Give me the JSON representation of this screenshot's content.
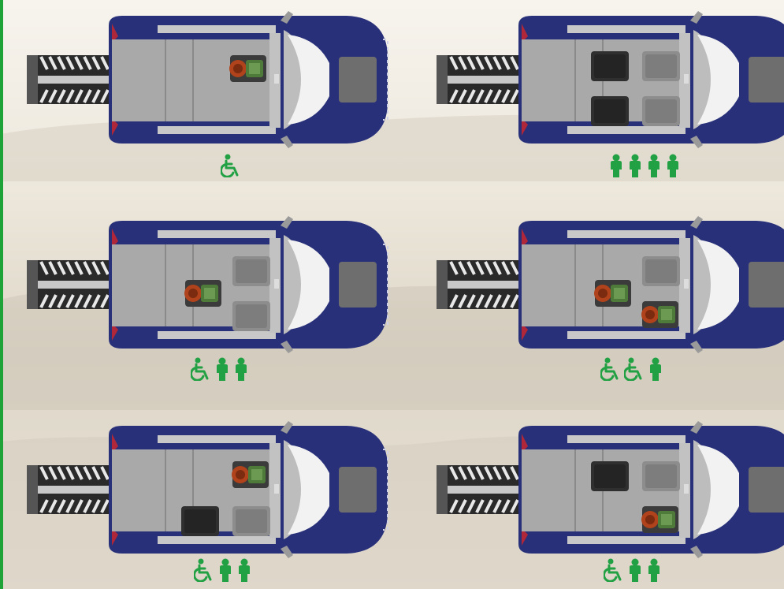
{
  "colors": {
    "body": "#28307a",
    "body_dark": "#1b2160",
    "glass": "#f2f2f2",
    "floor": "#a9a9a9",
    "ramp": "#2a2a2a",
    "accent": "#22a044",
    "edge": "#1ea339",
    "mirror": "#9a9a9a"
  },
  "configurations": [
    {
      "id": "config-1",
      "icons": [
        "wheelchair-icon"
      ],
      "occupants": [
        {
          "type": "wheelchair-user",
          "slot": "center-front"
        }
      ]
    },
    {
      "id": "config-2",
      "icons": [
        "person-icon",
        "person-icon",
        "person-icon",
        "person-icon"
      ],
      "occupants": [
        {
          "type": "seat",
          "slot": "rear-top"
        },
        {
          "type": "seat",
          "slot": "rear-bottom"
        },
        {
          "type": "seat-light",
          "slot": "front-top"
        },
        {
          "type": "seat-light",
          "slot": "front-bottom"
        }
      ]
    },
    {
      "id": "config-3",
      "icons": [
        "wheelchair-icon",
        "person-icon",
        "person-icon"
      ],
      "occupants": [
        {
          "type": "wheelchair-user",
          "slot": "center-mid"
        },
        {
          "type": "seat-light",
          "slot": "front-top"
        },
        {
          "type": "seat-light",
          "slot": "front-bottom"
        }
      ]
    },
    {
      "id": "config-4",
      "icons": [
        "wheelchair-icon",
        "wheelchair-icon",
        "person-icon"
      ],
      "occupants": [
        {
          "type": "wheelchair-user",
          "slot": "center-mid"
        },
        {
          "type": "wheelchair-user",
          "slot": "front-bottom"
        },
        {
          "type": "seat-light",
          "slot": "front-top"
        }
      ]
    },
    {
      "id": "config-5",
      "icons": [
        "wheelchair-icon",
        "person-icon",
        "person-icon"
      ],
      "occupants": [
        {
          "type": "wheelchair-user",
          "slot": "front-top"
        },
        {
          "type": "seat",
          "slot": "rear-bottom"
        },
        {
          "type": "seat-light",
          "slot": "front-bottom"
        }
      ]
    },
    {
      "id": "config-6",
      "icons": [
        "wheelchair-icon",
        "person-icon",
        "person-icon"
      ],
      "occupants": [
        {
          "type": "seat",
          "slot": "rear-top"
        },
        {
          "type": "seat-light",
          "slot": "front-top"
        },
        {
          "type": "wheelchair-user",
          "slot": "front-bottom"
        }
      ]
    }
  ]
}
